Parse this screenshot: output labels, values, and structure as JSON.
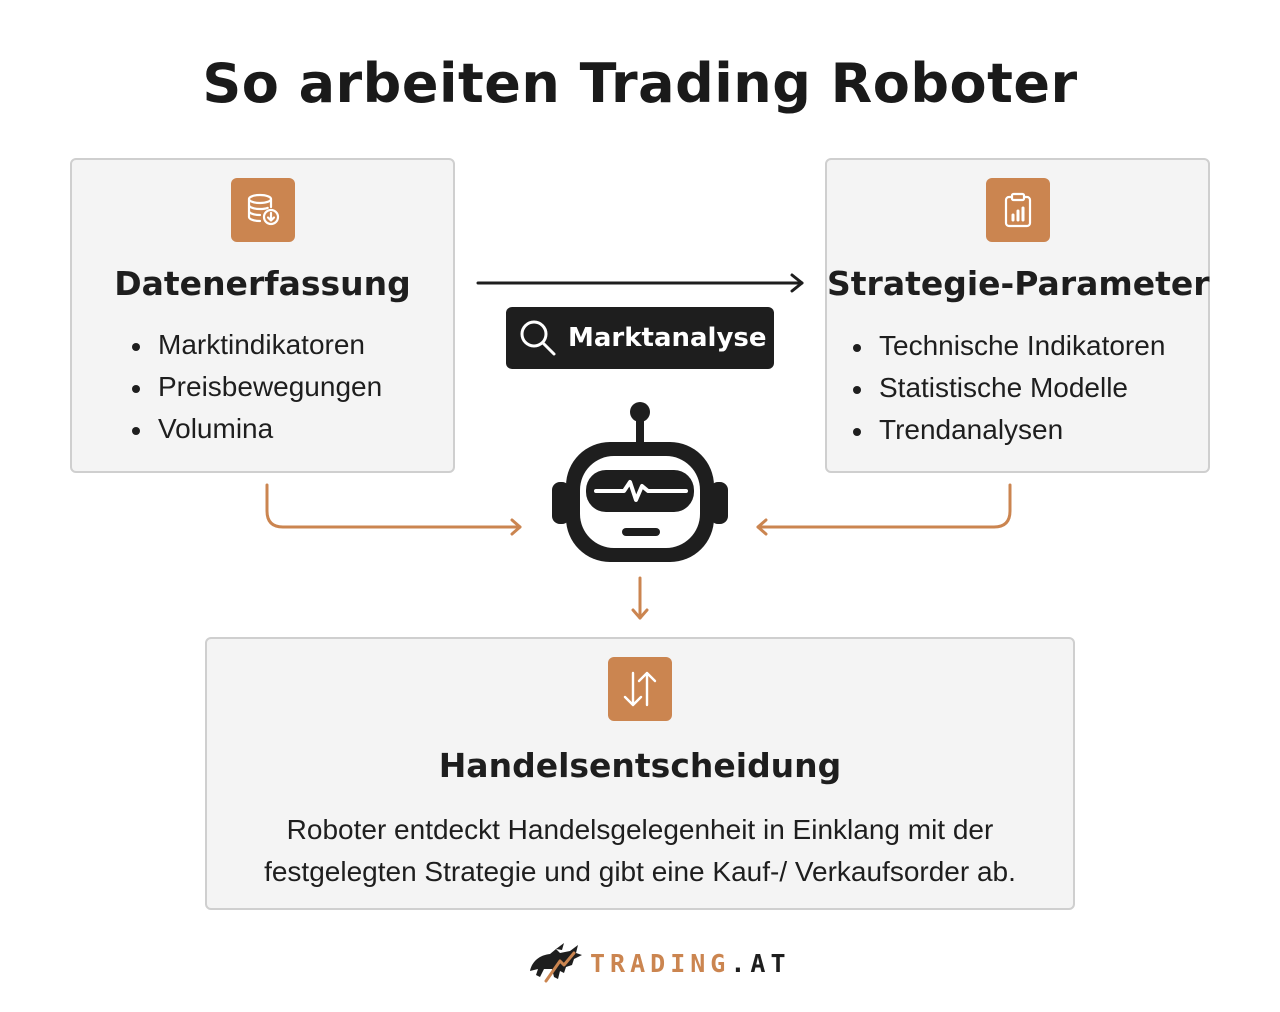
{
  "title": "So arbeiten Trading Roboter",
  "left_box": {
    "icon": "database-download-icon",
    "heading": "Datenerfassung",
    "items": [
      "Marktindikatoren",
      "Preisbewegungen",
      "Volumina"
    ]
  },
  "right_box": {
    "icon": "clipboard-chart-icon",
    "heading": "Strategie-Parameter",
    "items": [
      "Technische Indikatoren",
      "Statistische Modelle",
      "Trendanalysen"
    ]
  },
  "center": {
    "pill_label": "Marktanalyse",
    "pill_icon": "search-icon",
    "robot_icon": "robot-icon"
  },
  "bottom_box": {
    "icon": "arrows-up-down-icon",
    "heading": "Handelsentscheidung",
    "description_lines": [
      "Roboter entdeckt Handelsgelegenheit in Einklang mit der",
      "festgelegten Strategie und gibt eine Kauf-/ Verkaufsorder ab."
    ]
  },
  "brand": {
    "name": "TRADING",
    "dot": ".",
    "tld": "AT",
    "logo_icon": "bull-logo-icon"
  },
  "colors": {
    "accent": "#cb8550",
    "dark": "#1e1e1e",
    "box_bg": "#f4f4f4",
    "box_border": "#cfcfcf"
  }
}
